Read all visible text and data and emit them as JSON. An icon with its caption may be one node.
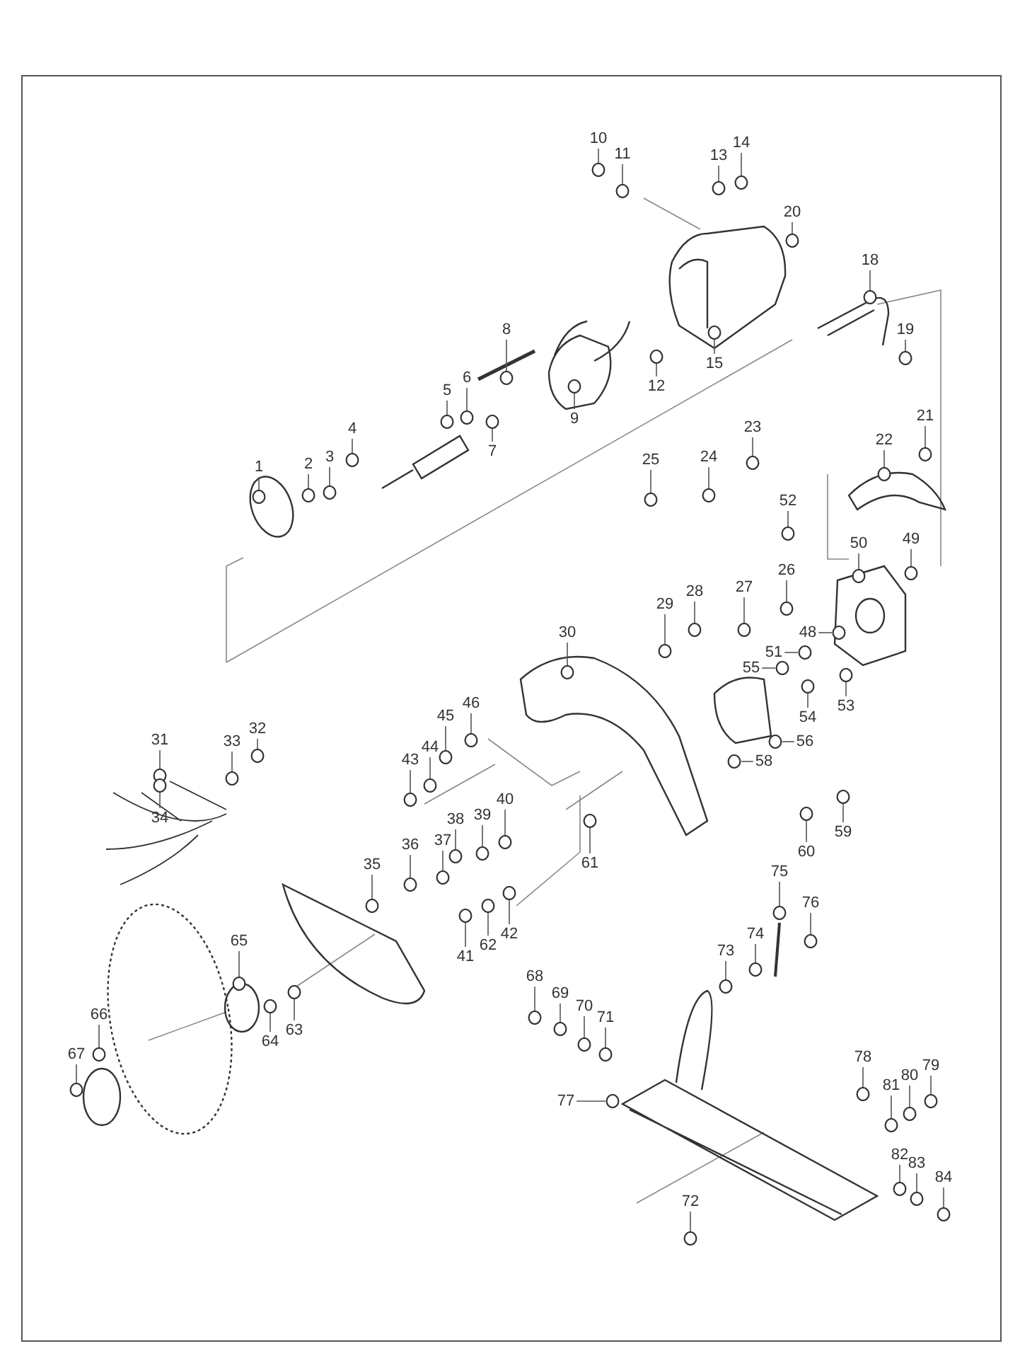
{
  "diagram": {
    "nodes": [
      {
        "text": [
          "1"
        ]
      },
      {
        "text": [
          "2"
        ]
      },
      {
        "text": [
          "3"
        ]
      },
      {
        "text": [
          "4"
        ]
      },
      {
        "text": [
          "5"
        ]
      },
      {
        "text": [
          "6"
        ]
      },
      {
        "text": [
          "7"
        ]
      },
      {
        "text": [
          "8"
        ]
      },
      {
        "text": [
          "9"
        ]
      },
      {
        "text": [
          "10"
        ]
      },
      {
        "text": [
          "11"
        ]
      },
      {
        "text": [
          "12"
        ]
      },
      {
        "text": [
          "13"
        ]
      },
      {
        "text": [
          "14"
        ]
      },
      {
        "text": [
          "15"
        ]
      },
      {
        "text": [
          "18"
        ]
      },
      {
        "text": [
          "19"
        ]
      },
      {
        "text": [
          "20"
        ]
      },
      {
        "text": [
          "21"
        ]
      },
      {
        "text": [
          "22"
        ]
      },
      {
        "text": [
          "23"
        ]
      },
      {
        "text": [
          "24"
        ]
      },
      {
        "text": [
          "25"
        ]
      },
      {
        "text": [
          "26"
        ]
      },
      {
        "text": [
          "27"
        ]
      },
      {
        "text": [
          "28"
        ]
      },
      {
        "text": [
          "29"
        ]
      },
      {
        "text": [
          "30"
        ]
      },
      {
        "text": [
          "31"
        ]
      },
      {
        "text": [
          "32"
        ]
      },
      {
        "text": [
          "33"
        ]
      },
      {
        "text": [
          "34"
        ]
      },
      {
        "text": [
          "35"
        ]
      },
      {
        "text": [
          "36"
        ]
      },
      {
        "text": [
          "37"
        ]
      },
      {
        "text": [
          "38"
        ]
      },
      {
        "text": [
          "39"
        ]
      },
      {
        "text": [
          "40"
        ]
      },
      {
        "text": [
          "41"
        ]
      },
      {
        "text": [
          "42"
        ]
      },
      {
        "text": [
          "43"
        ]
      },
      {
        "text": [
          "44"
        ]
      },
      {
        "text": [
          "45"
        ]
      },
      {
        "text": [
          "46"
        ]
      },
      {
        "text": [
          "48"
        ]
      },
      {
        "text": [
          "49"
        ]
      },
      {
        "text": [
          "50"
        ]
      },
      {
        "text": [
          "51"
        ]
      },
      {
        "text": [
          "52"
        ]
      },
      {
        "text": [
          "53"
        ]
      },
      {
        "text": [
          "54"
        ]
      },
      {
        "text": [
          "55"
        ]
      },
      {
        "text": [
          "56"
        ]
      },
      {
        "text": [
          "58"
        ]
      },
      {
        "text": [
          "59"
        ]
      },
      {
        "text": [
          "60"
        ]
      },
      {
        "text": [
          "61"
        ]
      },
      {
        "text": [
          "62"
        ]
      },
      {
        "text": [
          "63"
        ]
      },
      {
        "text": [
          "64"
        ]
      },
      {
        "text": [
          "65"
        ]
      },
      {
        "text": [
          "66"
        ]
      },
      {
        "text": [
          "67"
        ]
      },
      {
        "text": [
          "68"
        ]
      },
      {
        "text": [
          "69"
        ]
      },
      {
        "text": [
          "70"
        ]
      },
      {
        "text": [
          "71"
        ]
      },
      {
        "text": [
          "72"
        ]
      },
      {
        "text": [
          "73"
        ]
      },
      {
        "text": [
          "74"
        ]
      },
      {
        "text": [
          "75"
        ]
      },
      {
        "text": [
          "76"
        ]
      },
      {
        "text": [
          "77"
        ]
      },
      {
        "text": [
          "78"
        ]
      },
      {
        "text": [
          "79"
        ]
      },
      {
        "text": [
          "80"
        ]
      },
      {
        "text": [
          "81"
        ]
      },
      {
        "text": [
          "82"
        ]
      },
      {
        "text": [
          "83"
        ]
      },
      {
        "text": [
          "84"
        ]
      },
      {
        "text": [],
        "shape": "circle"
      },
      {
        "text": [],
        "shape": "circle"
      },
      {
        "text": [],
        "shape": "circle"
      },
      {
        "text": [],
        "shape": "circle"
      },
      {
        "text": [],
        "shape": "circle"
      },
      {
        "text": [],
        "shape": "circle"
      },
      {
        "text": [],
        "shape": "circle"
      },
      {
        "text": [],
        "shape": "circle"
      },
      {
        "text": [],
        "shape": "circle"
      },
      {
        "text": [],
        "shape": "circle"
      },
      {
        "text": [],
        "shape": "circle"
      },
      {
        "text": [],
        "shape": "circle"
      },
      {
        "text": [],
        "shape": "circle"
      },
      {
        "text": [],
        "shape": "circle"
      },
      {
        "text": [],
        "shape": "circle"
      },
      {
        "text": [],
        "shape": "circle"
      },
      {
        "text": [],
        "shape": "circle"
      },
      {
        "text": [],
        "shape": "circle"
      },
      {
        "text": [],
        "shape": "circle"
      },
      {
        "text": [],
        "shape": "circle"
      },
      {
        "text": [],
        "shape": "circle"
      },
      {
        "text": [],
        "shape": "circle"
      },
      {
        "text": [],
        "shape": "circle"
      },
      {
        "text": [],
        "shape": "circle"
      },
      {
        "text": [],
        "shape": "circle"
      },
      {
        "text": [],
        "shape": "circle"
      },
      {
        "text": [],
        "shape": "circle"
      },
      {
        "text": [],
        "shape": "circle"
      },
      {
        "text": [],
        "shape": "circle"
      },
      {
        "text": [],
        "shape": "circle"
      },
      {
        "text": [],
        "shape": "circle"
      },
      {
        "text": [],
        "shape": "circle"
      },
      {
        "text": [],
        "shape": "circle"
      },
      {
        "text": [],
        "shape": "circle"
      },
      {
        "text": [],
        "shape": "circle"
      },
      {
        "text": [],
        "shape": "circle"
      },
      {
        "text": [],
        "shape": "circle"
      },
      {
        "text": [],
        "shape": "circle"
      },
      {
        "text": [],
        "shape": "circle"
      },
      {
        "text": [],
        "shape": "circle"
      },
      {
        "text": [],
        "shape": "circle"
      },
      {
        "text": [],
        "shape": "circle"
      },
      {
        "text": [],
        "shape": "circle"
      },
      {
        "text": [],
        "shape": "circle"
      },
      {
        "text": [],
        "shape": "circle"
      },
      {
        "text": [],
        "shape": "circle"
      },
      {
        "text": [],
        "shape": "circle"
      },
      {
        "text": [],
        "shape": "circle"
      },
      {
        "text": [],
        "shape": "circle"
      },
      {
        "text": [],
        "shape": "circle"
      },
      {
        "text": [],
        "shape": "circle"
      },
      {
        "text": [],
        "shape": "circle"
      },
      {
        "text": [],
        "shape": "circle"
      },
      {
        "text": [],
        "shape": "circle"
      },
      {
        "text": [],
        "shape": "circle"
      },
      {
        "text": [],
        "shape": "circle"
      },
      {
        "text": [],
        "shape": "circle"
      },
      {
        "text": [],
        "shape": "circle"
      },
      {
        "text": [],
        "shape": "circle"
      },
      {
        "text": [],
        "shape": "circle"
      },
      {
        "text": [],
        "shape": "circle"
      },
      {
        "text": [],
        "shape": "circle"
      },
      {
        "text": [],
        "shape": "circle"
      },
      {
        "text": [],
        "shape": "circle"
      },
      {
        "text": [],
        "shape": "circle"
      },
      {
        "text": [],
        "shape": "circle"
      },
      {
        "text": [],
        "shape": "circle"
      },
      {
        "text": [],
        "shape": "circle"
      },
      {
        "text": [],
        "shape": "circle"
      },
      {
        "text": [],
        "shape": "circle"
      },
      {
        "text": [],
        "shape": "circle"
      },
      {
        "text": [],
        "shape": "circle"
      },
      {
        "text": [],
        "shape": "circle"
      },
      {
        "text": [],
        "shape": "circle"
      },
      {
        "text": [],
        "shape": "circle"
      },
      {
        "text": [],
        "shape": "circle"
      },
      {
        "text": [],
        "shape": "circle"
      },
      {
        "text": [],
        "shape": "circle"
      },
      {
        "text": [],
        "shape": "circle"
      },
      {
        "text": [],
        "shape": "circle"
      }
    ],
    "edges": [
      {
        "from": 0,
        "to": 80,
        "arrow": "none"
      },
      {
        "from": 1,
        "to": 81,
        "arrow": "none"
      },
      {
        "from": 2,
        "to": 82,
        "arrow": "none"
      },
      {
        "from": 3,
        "to": 83,
        "arrow": "none"
      },
      {
        "from": 4,
        "to": 84,
        "arrow": "none"
      },
      {
        "from": 5,
        "to": 85,
        "arrow": "none"
      },
      {
        "from": 6,
        "to": 86,
        "arrow": "none"
      },
      {
        "from": 7,
        "to": 87,
        "arrow": "none"
      },
      {
        "from": 8,
        "to": 88,
        "arrow": "none"
      },
      {
        "from": 9,
        "to": 89,
        "arrow": "none"
      },
      {
        "from": 10,
        "to": 90,
        "arrow": "none"
      },
      {
        "from": 11,
        "to": 91,
        "arrow": "none"
      },
      {
        "from": 12,
        "to": 92,
        "arrow": "none"
      },
      {
        "from": 13,
        "to": 93,
        "arrow": "none"
      },
      {
        "from": 14,
        "to": 94,
        "arrow": "none"
      },
      {
        "from": 15,
        "to": 95,
        "arrow": "none"
      },
      {
        "from": 16,
        "to": 96,
        "arrow": "none"
      },
      {
        "from": 17,
        "to": 97,
        "arrow": "none"
      },
      {
        "from": 18,
        "to": 98,
        "arrow": "none"
      },
      {
        "from": 19,
        "to": 99,
        "arrow": "none"
      },
      {
        "from": 20,
        "to": 100,
        "arrow": "none"
      },
      {
        "from": 21,
        "to": 101,
        "arrow": "none"
      },
      {
        "from": 22,
        "to": 102,
        "arrow": "none"
      },
      {
        "from": 23,
        "to": 103,
        "arrow": "none"
      },
      {
        "from": 24,
        "to": 104,
        "arrow": "none"
      },
      {
        "from": 25,
        "to": 105,
        "arrow": "none"
      },
      {
        "from": 26,
        "to": 106,
        "arrow": "none"
      },
      {
        "from": 27,
        "to": 107,
        "arrow": "none"
      },
      {
        "from": 28,
        "to": 108,
        "arrow": "none"
      },
      {
        "from": 29,
        "to": 109,
        "arrow": "none"
      },
      {
        "from": 30,
        "to": 110,
        "arrow": "none"
      },
      {
        "from": 31,
        "to": 111,
        "arrow": "none"
      },
      {
        "from": 32,
        "to": 112,
        "arrow": "none"
      },
      {
        "from": 33,
        "to": 113,
        "arrow": "none"
      },
      {
        "from": 34,
        "to": 114,
        "arrow": "none"
      },
      {
        "from": 35,
        "to": 115,
        "arrow": "none"
      },
      {
        "from": 36,
        "to": 116,
        "arrow": "none"
      },
      {
        "from": 37,
        "to": 117,
        "arrow": "none"
      },
      {
        "from": 38,
        "to": 118,
        "arrow": "none"
      },
      {
        "from": 39,
        "to": 119,
        "arrow": "none"
      },
      {
        "from": 40,
        "to": 120,
        "arrow": "none"
      },
      {
        "from": 41,
        "to": 121,
        "arrow": "none"
      },
      {
        "from": 42,
        "to": 122,
        "arrow": "none"
      },
      {
        "from": 43,
        "to": 123,
        "arrow": "none"
      },
      {
        "from": 44,
        "to": 124,
        "arrow": "none"
      },
      {
        "from": 45,
        "to": 125,
        "arrow": "none"
      },
      {
        "from": 46,
        "to": 126,
        "arrow": "none"
      },
      {
        "from": 47,
        "to": 127,
        "arrow": "none"
      },
      {
        "from": 48,
        "to": 128,
        "arrow": "none"
      },
      {
        "from": 49,
        "to": 129,
        "arrow": "none"
      },
      {
        "from": 50,
        "to": 130,
        "arrow": "none"
      },
      {
        "from": 51,
        "to": 131,
        "arrow": "none"
      },
      {
        "from": 52,
        "to": 132,
        "arrow": "none"
      },
      {
        "from": 53,
        "to": 133,
        "arrow": "none"
      },
      {
        "from": 54,
        "to": 134,
        "arrow": "none"
      },
      {
        "from": 55,
        "to": 135,
        "arrow": "none"
      },
      {
        "from": 56,
        "to": 136,
        "arrow": "none"
      },
      {
        "from": 57,
        "to": 137,
        "arrow": "none"
      },
      {
        "from": 58,
        "to": 138,
        "arrow": "none"
      },
      {
        "from": 59,
        "to": 139,
        "arrow": "none"
      },
      {
        "from": 60,
        "to": 140,
        "arrow": "none"
      },
      {
        "from": 61,
        "to": 141,
        "arrow": "none"
      },
      {
        "from": 62,
        "to": 142,
        "arrow": "none"
      },
      {
        "from": 63,
        "to": 143,
        "arrow": "none"
      },
      {
        "from": 64,
        "to": 144,
        "arrow": "none"
      },
      {
        "from": 65,
        "to": 145,
        "arrow": "none"
      },
      {
        "from": 66,
        "to": 146,
        "arrow": "none"
      },
      {
        "from": 67,
        "to": 147,
        "arrow": "none"
      },
      {
        "from": 68,
        "to": 148,
        "arrow": "none"
      },
      {
        "from": 69,
        "to": 149,
        "arrow": "none"
      },
      {
        "from": 70,
        "to": 150,
        "arrow": "none"
      },
      {
        "from": 71,
        "to": 151,
        "arrow": "none"
      },
      {
        "from": 72,
        "to": 152,
        "arrow": "none"
      },
      {
        "from": 73,
        "to": 153,
        "arrow": "none"
      },
      {
        "from": 74,
        "to": 154,
        "arrow": "none"
      },
      {
        "from": 75,
        "to": 155,
        "arrow": "none"
      },
      {
        "from": 76,
        "to": 156,
        "arrow": "none"
      },
      {
        "from": 77,
        "to": 157,
        "arrow": "none"
      },
      {
        "from": 78,
        "to": 158,
        "arrow": "none"
      },
      {
        "from": 79,
        "to": 159,
        "arrow": "none"
      }
    ]
  }
}
